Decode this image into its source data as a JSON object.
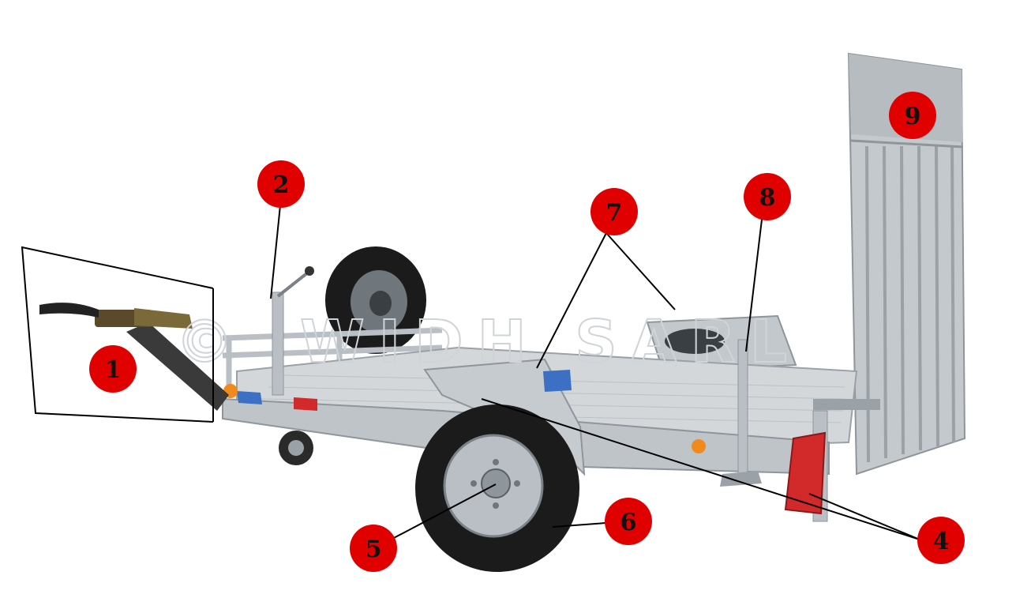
{
  "watermark": {
    "symbol": "©",
    "text": "WIDH SARL"
  },
  "markers": [
    {
      "id": "1",
      "label": "1"
    },
    {
      "id": "2",
      "label": "2"
    },
    {
      "id": "4",
      "label": "4"
    },
    {
      "id": "5",
      "label": "5"
    },
    {
      "id": "6",
      "label": "6"
    },
    {
      "id": "7",
      "label": "7"
    },
    {
      "id": "8",
      "label": "8"
    },
    {
      "id": "9",
      "label": "9"
    }
  ],
  "colors": {
    "marker_fill": "#e00000",
    "marker_text": "#111111",
    "galvanized": "#c9ced2",
    "galvanized_dark": "#8e959b",
    "tire": "#1b1b1b",
    "rim": "#b9bfc4",
    "reflector_red": "#d22a2a",
    "reflector_orange": "#f08a1c",
    "sticker_blue": "#3d6fc4"
  }
}
